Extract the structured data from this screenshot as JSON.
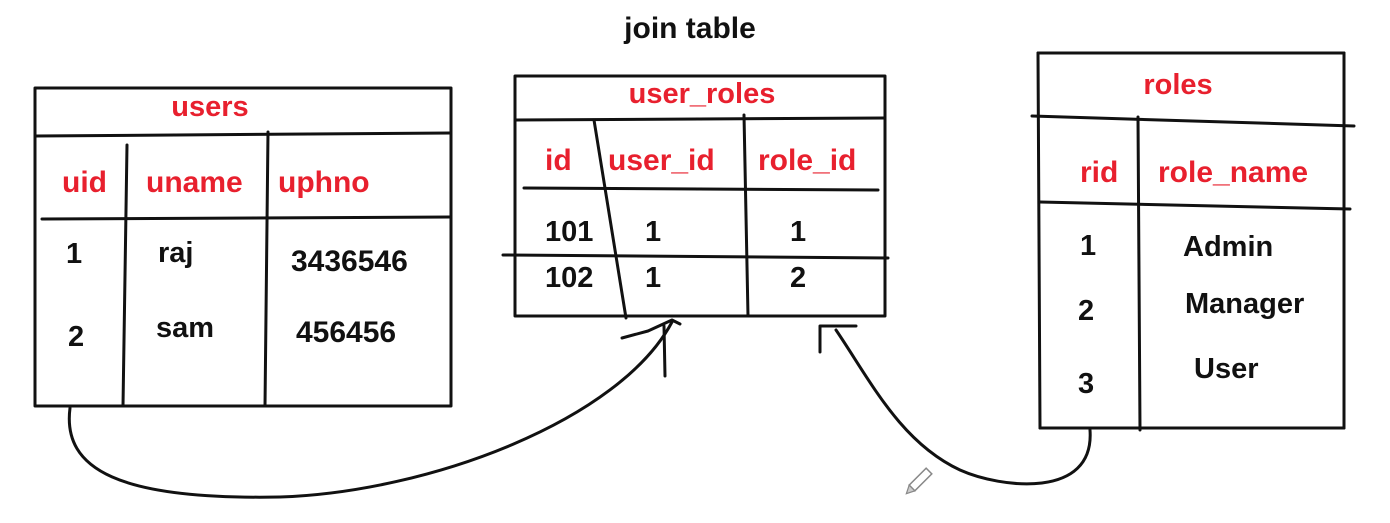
{
  "title": "join table",
  "users": {
    "name": "users",
    "headers": [
      "uid",
      "uname",
      "uphno"
    ],
    "rows": [
      [
        "1",
        "raj",
        "3436546"
      ],
      [
        "2",
        "sam",
        "456456"
      ]
    ]
  },
  "user_roles": {
    "name": "user_roles",
    "headers": [
      "id",
      "user_id",
      "role_id"
    ],
    "rows": [
      [
        "101",
        "1",
        "1"
      ],
      [
        "102",
        "1",
        "2"
      ]
    ]
  },
  "roles": {
    "name": "roles",
    "headers": [
      "rid",
      "role_name"
    ],
    "rows": [
      [
        "1",
        "Admin"
      ],
      [
        "2",
        "Manager"
      ],
      [
        "3",
        "User"
      ]
    ]
  },
  "colors": {
    "header_text": "#e8202e",
    "body_text": "#111111",
    "stroke": "#111111"
  }
}
